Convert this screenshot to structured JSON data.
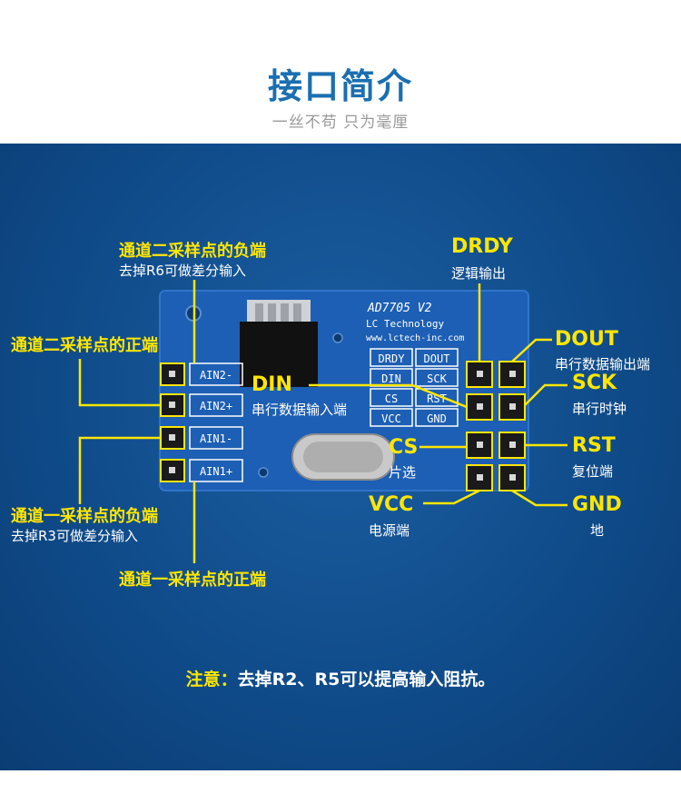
{
  "header": {
    "title": "接口简介",
    "subtitle": "一丝不苟 只为毫厘"
  },
  "board": {
    "chip_label": "AD7705 V2",
    "maker": "LC Technology",
    "url": "www.lctech-inc.com",
    "pin_table": [
      [
        "DRDY",
        "DOUT"
      ],
      [
        "DIN",
        "SCK"
      ],
      [
        "CS",
        "RST"
      ],
      [
        "VCC",
        "GND"
      ]
    ],
    "ain_pins": [
      "AIN2-",
      "AIN2+",
      "AIN1-",
      "AIN1+"
    ]
  },
  "labels": {
    "ch2_neg_title": "通道二采样点的负端",
    "ch2_neg_sub": "去掉R6可做差分输入",
    "ch2_pos_title": "通道二采样点的正端",
    "ch1_neg_title": "通道一采样点的负端",
    "ch1_neg_sub": "去掉R3可做差分输入",
    "ch1_pos_title": "通道一采样点的正端",
    "drdy_name": "DRDY",
    "drdy_sub": "逻辑输出",
    "dout_name": "DOUT",
    "dout_sub": "串行数据输出端",
    "din_name": "DIN",
    "din_sub": "串行数据输入端",
    "sck_name": "SCK",
    "sck_sub": "串行时钟",
    "cs_name": "CS",
    "cs_sub": "片选",
    "rst_name": "RST",
    "rst_sub": "复位端",
    "vcc_name": "VCC",
    "vcc_sub": "电源端",
    "gnd_name": "GND",
    "gnd_sub": "地"
  },
  "note": {
    "prefix": "注意：",
    "text": "去掉R2、R5可以提高输入阻抗。"
  },
  "colors": {
    "accent_yellow": "#ffe600",
    "title_blue": "#1a6fb0",
    "panel_blue": "#0f4a88",
    "pcb_blue": "#1d5fb4"
  }
}
